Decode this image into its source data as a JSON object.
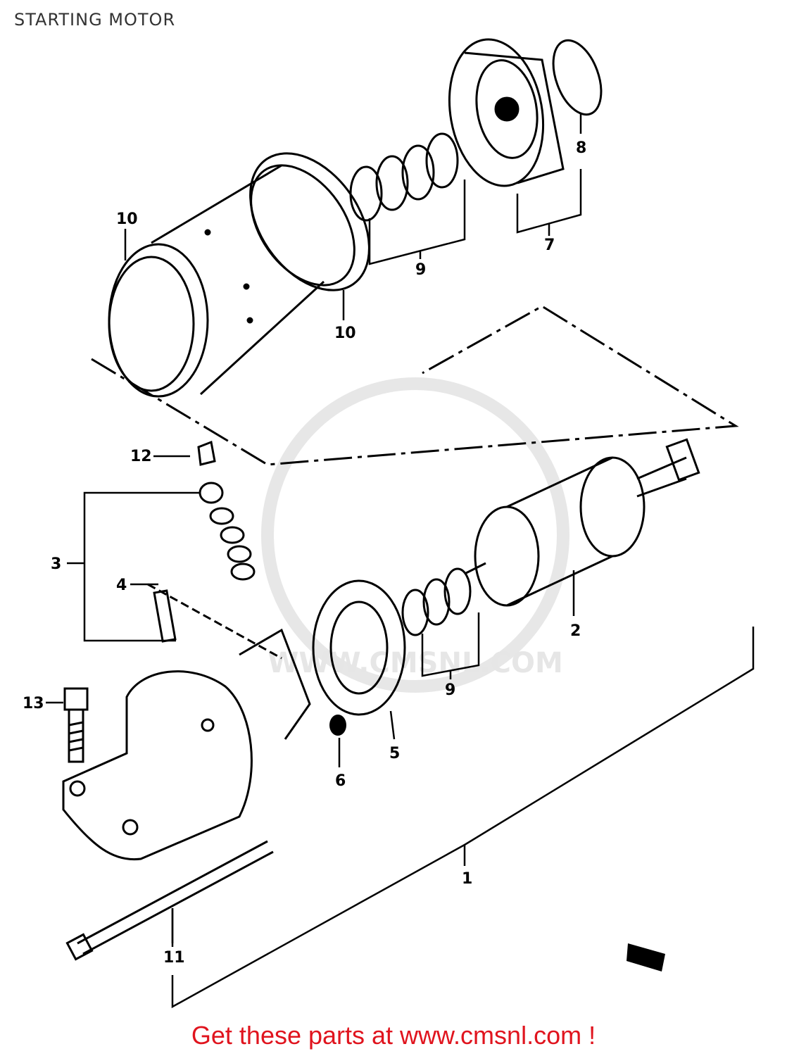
{
  "header": {
    "title": "STARTING MOTOR"
  },
  "callouts": {
    "c1": "1",
    "c2": "2",
    "c3": "3",
    "c4": "4",
    "c5": "5",
    "c6": "6",
    "c7": "7",
    "c8": "8",
    "c9a": "9",
    "c9b": "9",
    "c10a": "10",
    "c10b": "10",
    "c11": "11",
    "c12": "12",
    "c13": "13"
  },
  "watermark": {
    "text": "WWW.CMSNL.COM"
  },
  "footer": {
    "text": "Get these parts at www.cmsnl.com !"
  },
  "colors": {
    "footer_text": "#e0141e",
    "line": "#000000",
    "watermark": "#d9d9d9"
  }
}
